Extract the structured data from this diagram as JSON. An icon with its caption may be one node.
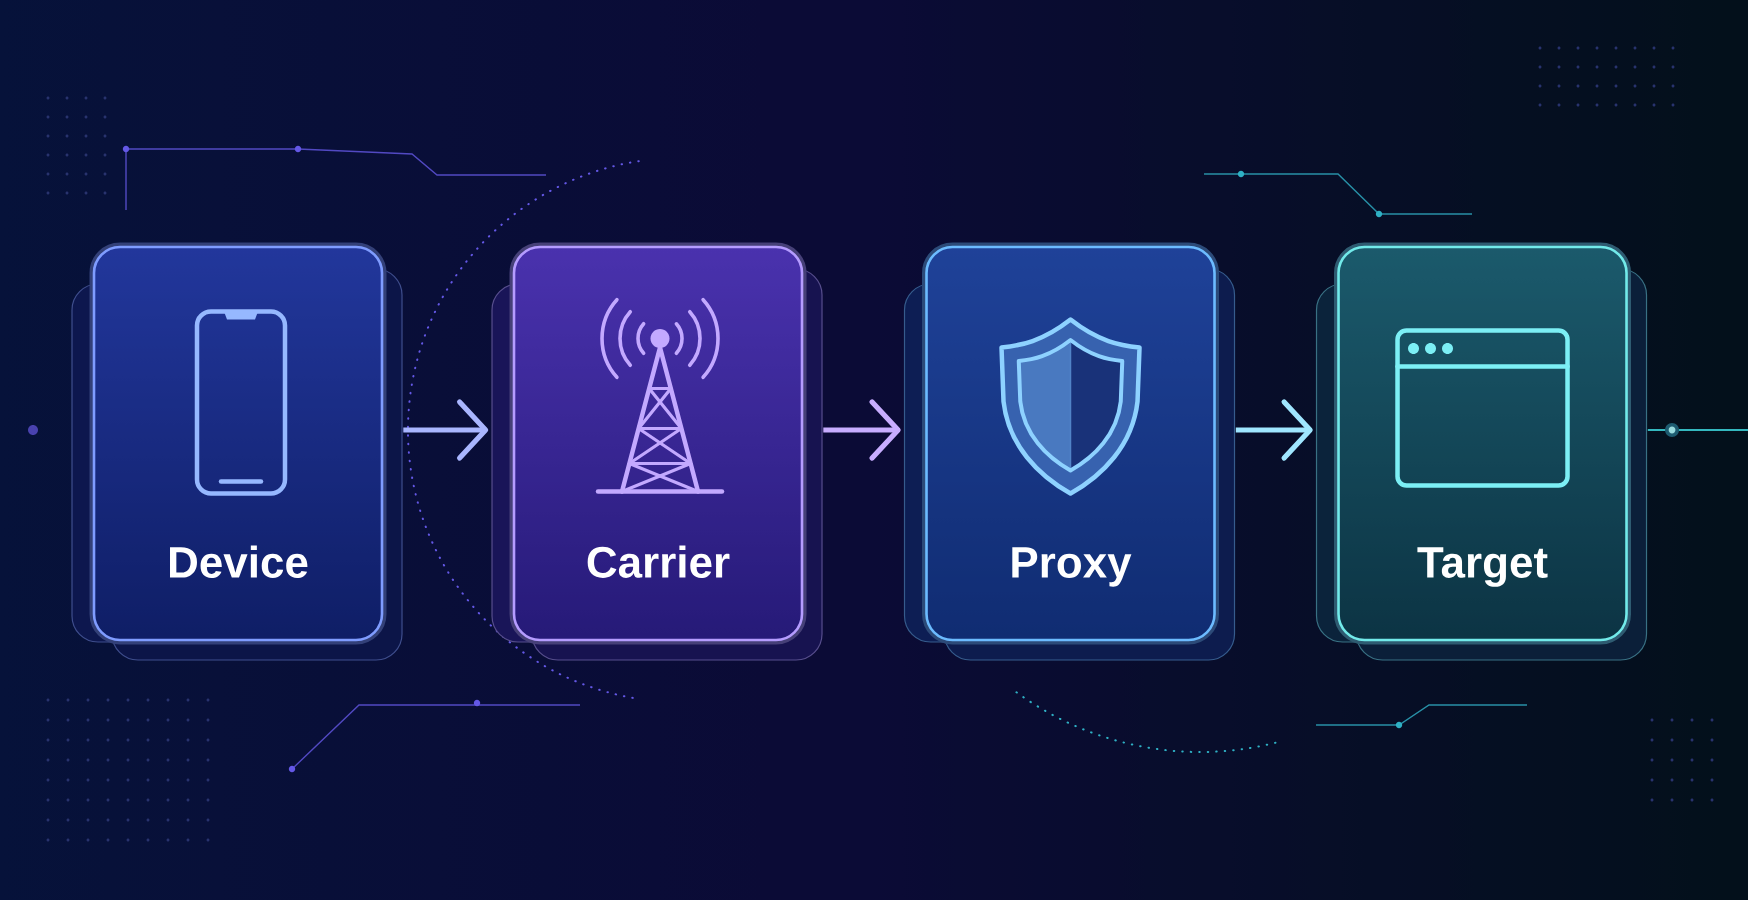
{
  "diagram": {
    "nodes": [
      {
        "text": [
          "Device"
        ]
      },
      {
        "text": [
          "Carrier"
        ]
      },
      {
        "text": [
          "Proxy"
        ]
      },
      {
        "text": [
          "Target"
        ]
      }
    ],
    "edges": [
      {
        "from": 0,
        "to": 1,
        "arrow": "to",
        "color": "#a9b6ff"
      },
      {
        "from": 1,
        "to": 2,
        "arrow": "to",
        "color": "#c8adff"
      },
      {
        "from": 2,
        "to": 3,
        "arrow": "to",
        "color": "#9fe6ff"
      },
      {
        "from": 3,
        "to": null,
        "arrow": "none",
        "color": "#34b8bf"
      }
    ]
  }
}
